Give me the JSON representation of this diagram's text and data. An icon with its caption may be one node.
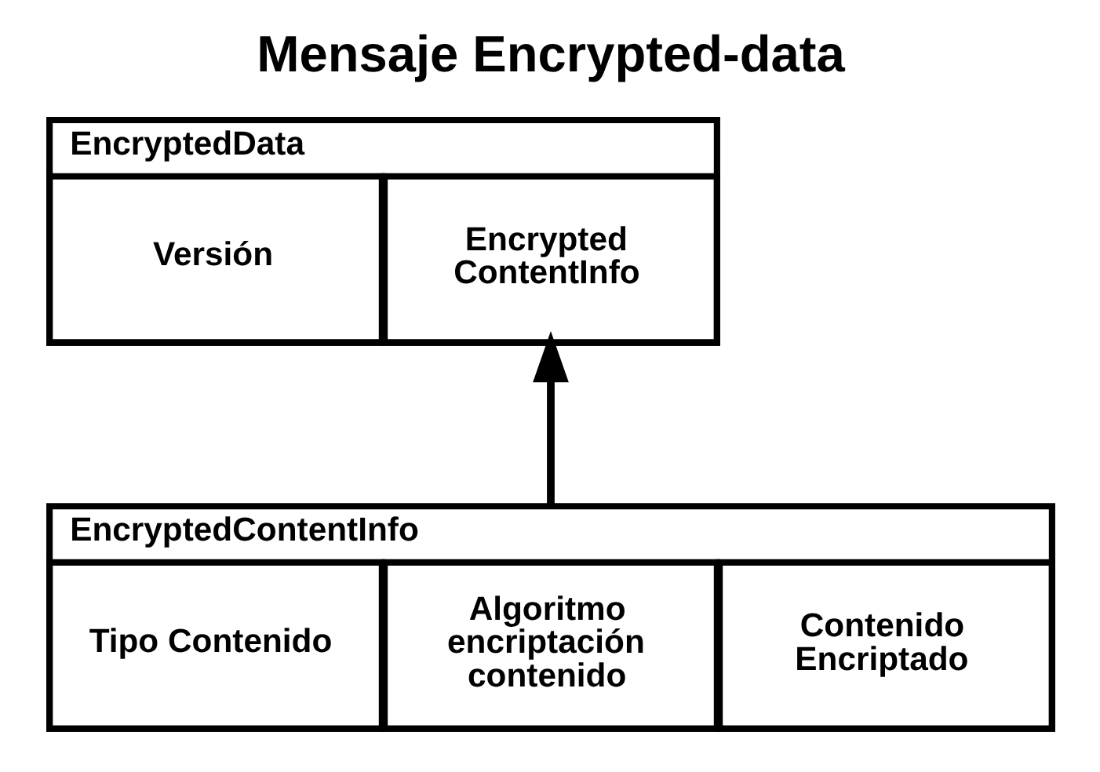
{
  "diagram": {
    "title": "Mensaje Encrypted-data",
    "nodes": [
      {
        "text": [
          "EncryptedData"
        ]
      },
      {
        "text": [
          "Versión"
        ],
        "in": 0
      },
      {
        "text": [
          "Encrypted ContentInfo"
        ],
        "in": 0
      },
      {
        "text": [
          "EncryptedContentInfo"
        ]
      },
      {
        "text": [
          "Tipo Contenido"
        ],
        "in": 3
      },
      {
        "text": [
          "Algoritmo encriptación contenido"
        ],
        "in": 3
      },
      {
        "text": [
          "Contenido Encriptado"
        ],
        "in": 3
      }
    ],
    "edges": [
      {
        "from": 3,
        "to": 2,
        "arrow": "to"
      }
    ]
  }
}
